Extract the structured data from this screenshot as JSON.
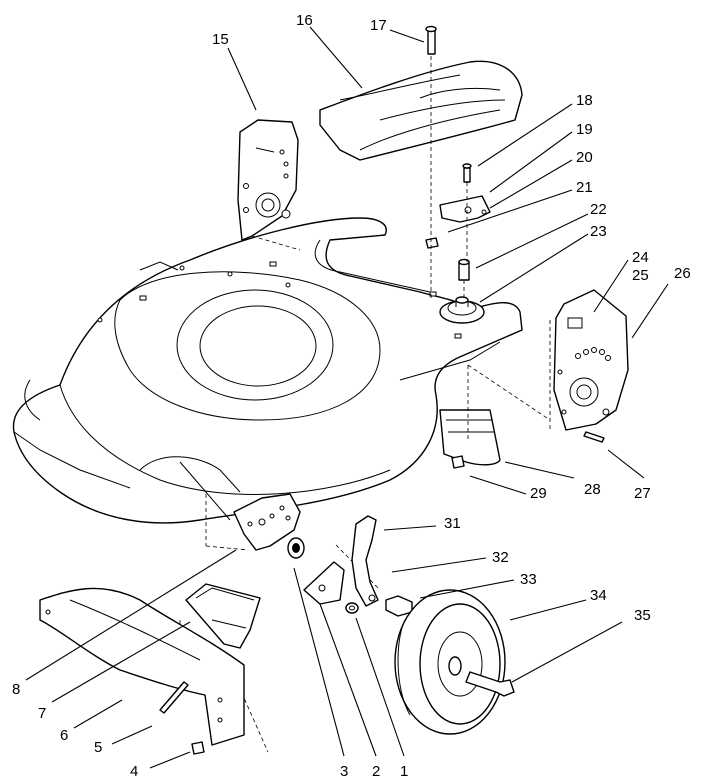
{
  "callouts": [
    {
      "id": "c1",
      "label": "1"
    },
    {
      "id": "c2",
      "label": "2"
    },
    {
      "id": "c3",
      "label": "3"
    },
    {
      "id": "c4",
      "label": "4"
    },
    {
      "id": "c5",
      "label": "5"
    },
    {
      "id": "c6",
      "label": "6"
    },
    {
      "id": "c7",
      "label": "7"
    },
    {
      "id": "c8",
      "label": "8"
    },
    {
      "id": "c15",
      "label": "15"
    },
    {
      "id": "c16",
      "label": "16"
    },
    {
      "id": "c17",
      "label": "17"
    },
    {
      "id": "c18",
      "label": "18"
    },
    {
      "id": "c19",
      "label": "19"
    },
    {
      "id": "c20",
      "label": "20"
    },
    {
      "id": "c21",
      "label": "21"
    },
    {
      "id": "c22",
      "label": "22"
    },
    {
      "id": "c23",
      "label": "23"
    },
    {
      "id": "c24",
      "label": "24"
    },
    {
      "id": "c25",
      "label": "25"
    },
    {
      "id": "c26",
      "label": "26"
    },
    {
      "id": "c27",
      "label": "27"
    },
    {
      "id": "c28",
      "label": "28"
    },
    {
      "id": "c29",
      "label": "29"
    },
    {
      "id": "c31",
      "label": "31"
    },
    {
      "id": "c32",
      "label": "32"
    },
    {
      "id": "c33",
      "label": "33"
    },
    {
      "id": "c34",
      "label": "34"
    },
    {
      "id": "c35",
      "label": "35"
    }
  ],
  "colors": {
    "line": "#000000",
    "background": "#ffffff"
  }
}
